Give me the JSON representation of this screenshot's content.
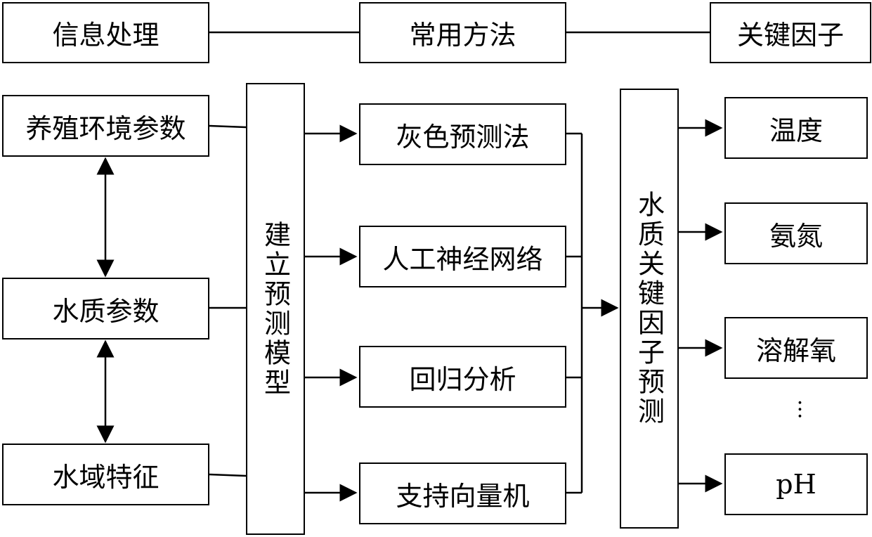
{
  "header": {
    "info": "信息处理",
    "method": "常用方法",
    "factor": "关键因子"
  },
  "inputs": [
    "养殖环境参数",
    "水质参数",
    "水域特征"
  ],
  "model_box": "建立预测模型",
  "methods": [
    "灰色预测法",
    "人工神经网络",
    "回归分析",
    "支持向量机"
  ],
  "prediction_box": "水质关键因子预测",
  "outputs": [
    "温度",
    "氨氮",
    "溶解氧",
    "pH"
  ],
  "ellipsis": "···"
}
